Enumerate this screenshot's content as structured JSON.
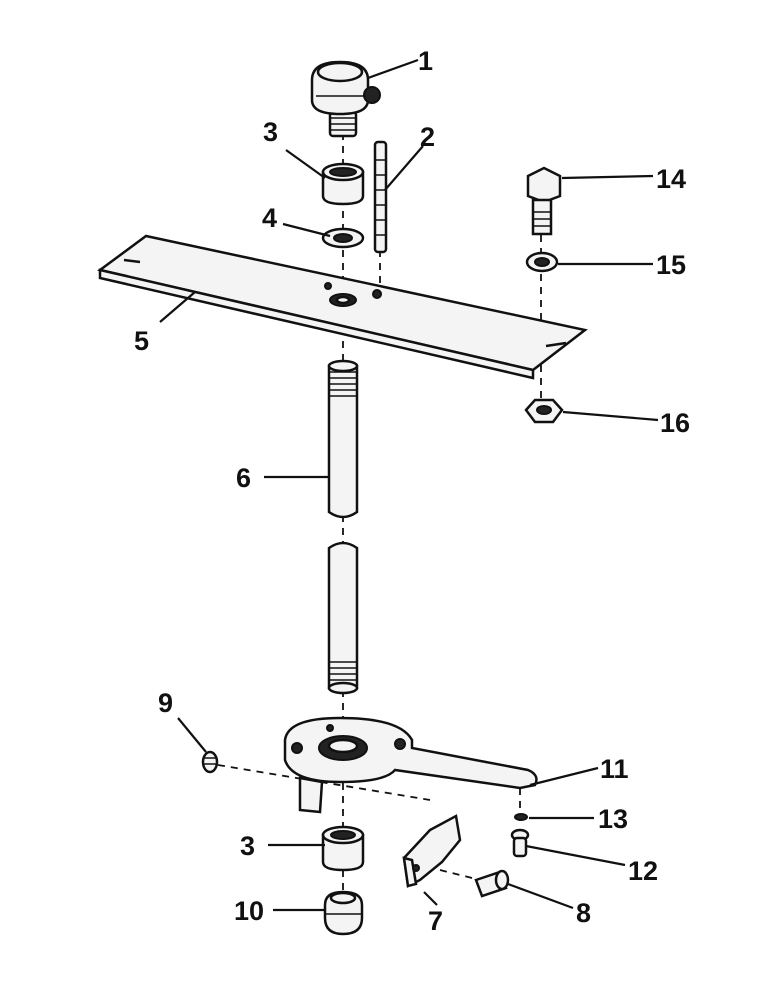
{
  "callouts": {
    "c1": "1",
    "c2": "2",
    "c3a": "3",
    "c4": "4",
    "c5": "5",
    "c6": "6",
    "c7": "7",
    "c8": "8",
    "c9": "9",
    "c10": "10",
    "c11": "11",
    "c12": "12",
    "c13": "13",
    "c14": "14",
    "c15": "15",
    "c16": "16",
    "c3b": "3"
  }
}
